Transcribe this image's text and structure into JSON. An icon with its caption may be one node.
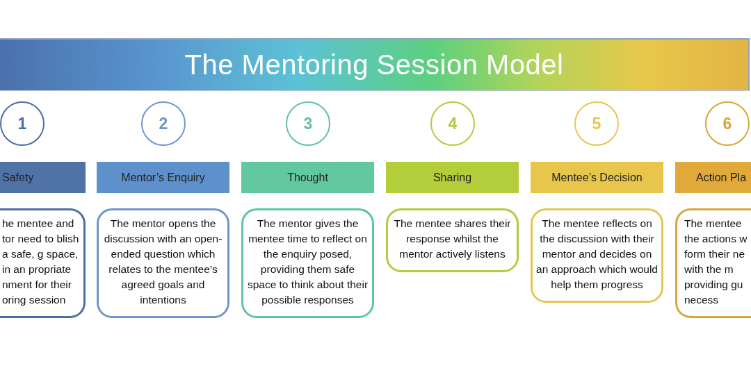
{
  "diagram": {
    "title": "The Mentoring Session Model",
    "nodes": [
      {
        "text": [
          "1"
        ]
      },
      {
        "text": [
          "Safety"
        ]
      },
      {
        "text": [
          "he mentee and tor need to blish a safe, g space, in an propriate nment for their oring session"
        ]
      },
      {
        "text": [
          "2"
        ]
      },
      {
        "text": [
          "Mentor’s Enquiry"
        ]
      },
      {
        "text": [
          "The mentor opens the discussion with an open-ended question which relates to the mentee’s agreed goals and intentions"
        ]
      },
      {
        "text": [
          "3"
        ]
      },
      {
        "text": [
          "Thought"
        ]
      },
      {
        "text": [
          "The mentor gives the mentee time to reflect on the enquiry posed, providing them safe space to think about their possible responses"
        ]
      },
      {
        "text": [
          "4"
        ]
      },
      {
        "text": [
          "Sharing"
        ]
      },
      {
        "text": [
          "The mentee shares their response whilst the mentor actively listens"
        ]
      },
      {
        "text": [
          "5"
        ]
      },
      {
        "text": [
          "Mentee’s Decision"
        ]
      },
      {
        "text": [
          "The mentee reflects on the discussion with their mentor and decides on an approach which would help them progress"
        ]
      },
      {
        "text": [
          "6"
        ]
      },
      {
        "text": [
          "Action Pla"
        ]
      },
      {
        "text": [
          "The mentee the actions w form their ne with the m providing gu necess"
        ]
      }
    ]
  }
}
